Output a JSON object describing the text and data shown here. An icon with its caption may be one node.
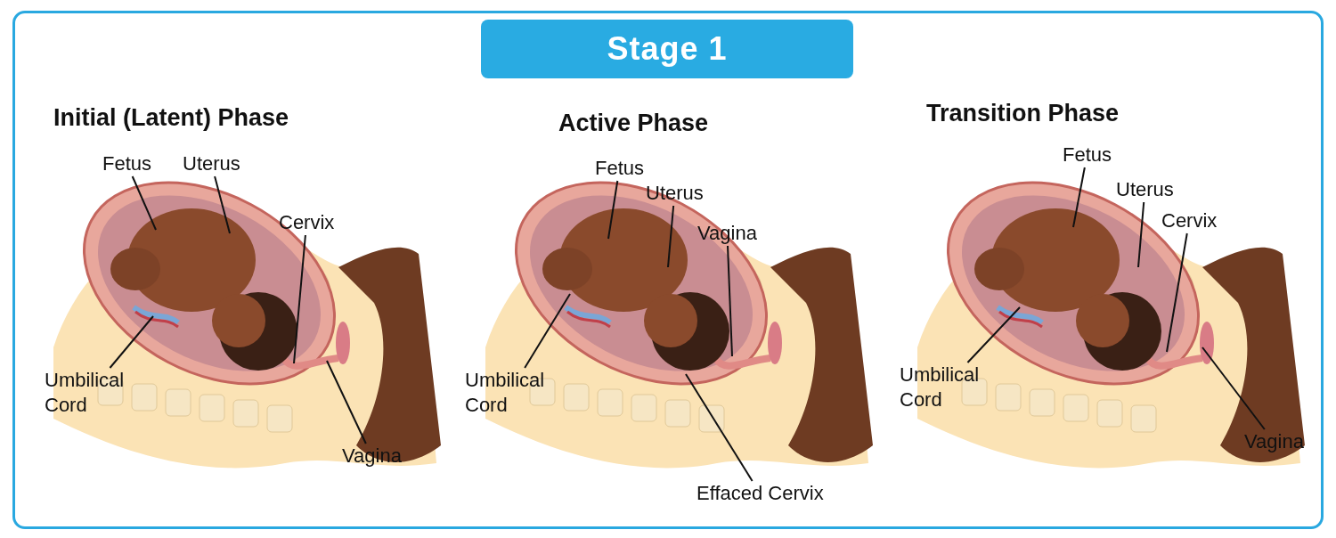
{
  "diagram": {
    "title": "Stage 1",
    "nodes": [
      {
        "text": [
          "Initial (Latent) Phase"
        ]
      },
      {
        "text": [
          "Fetus"
        ],
        "in": 0
      },
      {
        "text": [
          "Uterus"
        ],
        "in": 0
      },
      {
        "text": [
          "Cervix"
        ],
        "in": 0
      },
      {
        "text": [
          "Umbilical Cord"
        ],
        "in": 0
      },
      {
        "text": [
          "Vagina"
        ],
        "in": 0
      },
      {
        "text": [
          "Active Phase"
        ]
      },
      {
        "text": [
          "Fetus"
        ],
        "in": 6
      },
      {
        "text": [
          "Uterus"
        ],
        "in": 6
      },
      {
        "text": [
          "Vagina"
        ],
        "in": 6
      },
      {
        "text": [
          "Umbilical Cord"
        ],
        "in": 6
      },
      {
        "text": [
          "Effaced Cervix"
        ],
        "in": 6
      },
      {
        "text": [
          "Transition Phase"
        ]
      },
      {
        "text": [
          "Fetus"
        ],
        "in": 12
      },
      {
        "text": [
          "Uterus"
        ],
        "in": 12
      },
      {
        "text": [
          "Cervix"
        ],
        "in": 12
      },
      {
        "text": [
          "Umbilical Cord"
        ],
        "in": 12
      },
      {
        "text": [
          "Vagina"
        ],
        "in": 12
      }
    ],
    "edges": [
      {
        "from": 1,
        "to": null,
        "arrow": "none"
      },
      {
        "from": 2,
        "to": null,
        "arrow": "none"
      },
      {
        "from": 3,
        "to": null,
        "arrow": "none"
      },
      {
        "from": 4,
        "to": null,
        "arrow": "none"
      },
      {
        "from": 5,
        "to": null,
        "arrow": "none"
      },
      {
        "from": 7,
        "to": null,
        "arrow": "none"
      },
      {
        "from": 8,
        "to": null,
        "arrow": "none"
      },
      {
        "from": 9,
        "to": null,
        "arrow": "none"
      },
      {
        "from": 10,
        "to": null,
        "arrow": "none"
      },
      {
        "from": 11,
        "to": null,
        "arrow": "none"
      },
      {
        "from": 13,
        "to": null,
        "arrow": "none"
      },
      {
        "from": 14,
        "to": null,
        "arrow": "none"
      },
      {
        "from": 15,
        "to": null,
        "arrow": "none"
      },
      {
        "from": 16,
        "to": null,
        "arrow": "none"
      },
      {
        "from": 17,
        "to": null,
        "arrow": "none"
      }
    ]
  }
}
